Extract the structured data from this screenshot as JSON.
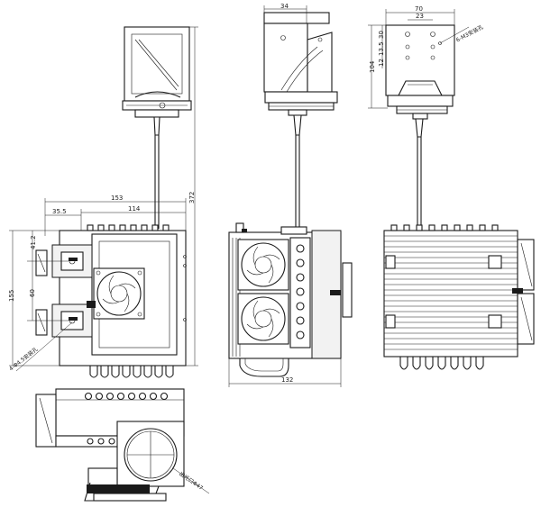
{
  "dimensions": {
    "front_width_total": "153",
    "front_width_body": "114",
    "front_offset": "35.5",
    "front_height_total": "372",
    "front_height_left": "155",
    "front_pitch_upper": "41.2",
    "front_pitch_lower": "60",
    "side_top_width": "34",
    "side_bottom_width": "132",
    "right_top_outer": "70",
    "right_top_inner": "23",
    "right_v_30": "30",
    "right_v_135": "13.5",
    "right_v_12": "12",
    "right_v_104": "104"
  },
  "notes": {
    "mount_holes_left": "4-Φ4.5安装孔",
    "mount_holes_right": "6-M3安装孔",
    "light_outlet": "出光口Φ47"
  },
  "colors": {
    "line": "#1a1a1a",
    "background": "#ffffff"
  }
}
